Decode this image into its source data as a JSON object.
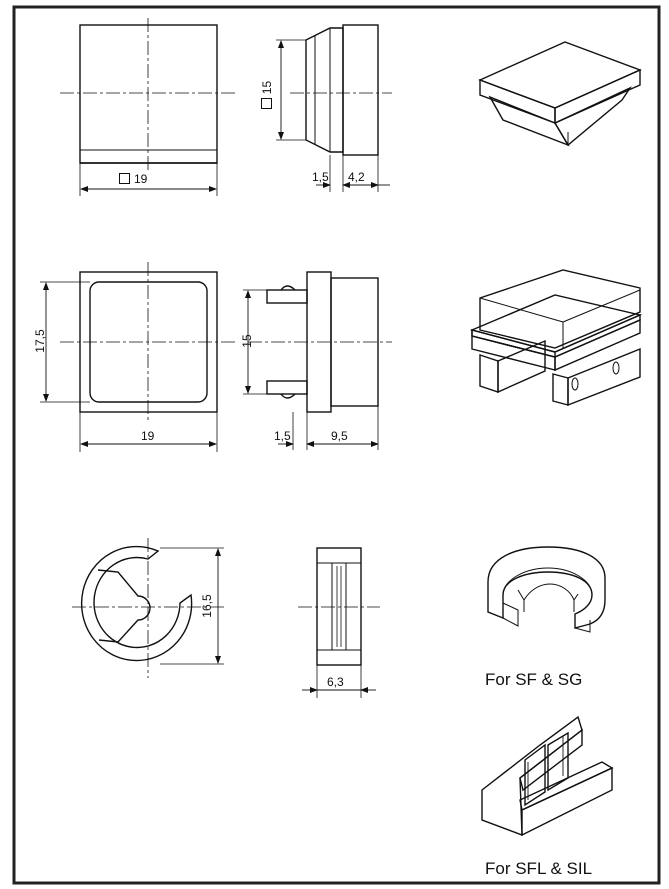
{
  "row1": {
    "front_width": "19",
    "side_height": "15",
    "side_collar": "1,5",
    "side_depth": "4,2"
  },
  "row2": {
    "front_height": "17,5",
    "front_width": "19",
    "side_height": "15",
    "side_collar": "1,5",
    "side_depth": "9,5"
  },
  "row3": {
    "front_height": "16,5",
    "side_depth": "6,3",
    "caption": "For SF & SG"
  },
  "row4": {
    "caption": "For SFL & SIL"
  }
}
